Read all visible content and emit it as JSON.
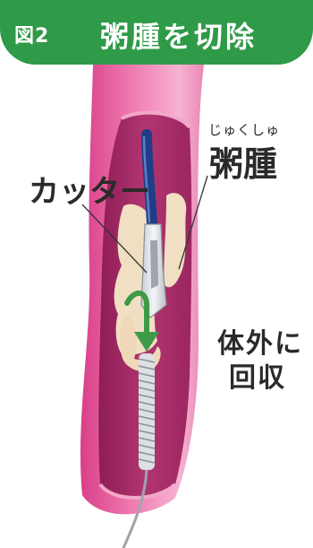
{
  "header": {
    "figure_number": "図2",
    "title": "粥腫を切除"
  },
  "labels": {
    "cutter": "カッター",
    "atheroma_reading": "じゅくしゅ",
    "atheroma": "粥腫",
    "removal_line1": "体外に",
    "removal_line2": "回収"
  },
  "colors": {
    "header_green": "#2f9a48",
    "vessel_outer": "#e8589a",
    "vessel_inner": "#a32661",
    "atheroma": "#f1dfc3",
    "catheter_blue": "#1f3e87",
    "arrow_green": "#3d9a46"
  }
}
